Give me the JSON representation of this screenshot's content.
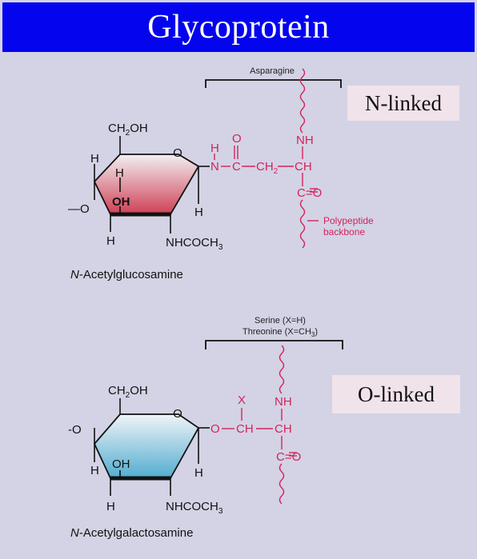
{
  "title": "Glycoprotein",
  "colors": {
    "title_bar": "#0404ee",
    "background": "#d3d3e5",
    "amino_acid": "#d4235a",
    "sugar_n_fill": "#d9556a",
    "sugar_o_fill": "#5cb4d4",
    "label_box": "#f1e3ea"
  },
  "n_linked": {
    "label": "N-linked",
    "bracket_label": "Asparagine",
    "sugar_name": "N-Acetylglucosamine",
    "sugar_name_prefix": "N",
    "sugar_name_rest": "-Acetylglucosamine",
    "ch2oh": "CH",
    "ch2oh_sub": "2",
    "ch2oh_tail": "OH",
    "ring_o": "O",
    "h_upper_left": "H",
    "h_inner": "H",
    "oh": "OH",
    "h_lower_right": "H",
    "h_bottom": "H",
    "glycosidic_o": "—O",
    "nhcoch3": "NHCOCH",
    "nhcoch3_sub": "3",
    "chain_h": "H",
    "chain_n": "N",
    "chain_carbonyl_o": "O",
    "chain_c": "C",
    "chain_ch2": "CH",
    "chain_ch2_sub": "2",
    "chain_ch": "CH",
    "chain_nh": "NH",
    "chain_co": "C=O",
    "polypeptide_line1": "Polypeptide",
    "polypeptide_line2": "backbone"
  },
  "o_linked": {
    "label": "O-linked",
    "bracket_line1": "Serine (X=H)",
    "bracket_line2_main": "Threonine (X=CH",
    "bracket_line2_sub": "3",
    "bracket_line2_end": ")",
    "sugar_name": "N-Acetylgalactosamine",
    "sugar_name_prefix": "N",
    "sugar_name_rest": "-Acetylgalactosamine",
    "ch2oh": "CH",
    "ch2oh_sub": "2",
    "ch2oh_tail": "OH",
    "ring_o": "O",
    "left_o": "-O",
    "oh": "OH",
    "h_left": "H",
    "h_right": "H",
    "h_bottom": "H",
    "nhcoch3": "NHCOCH",
    "nhcoch3_sub": "3",
    "chain_o": "O",
    "chain_x": "X",
    "chain_ch1": "CH",
    "chain_ch2": "CH",
    "chain_nh": "NH",
    "chain_co": "C=O"
  }
}
